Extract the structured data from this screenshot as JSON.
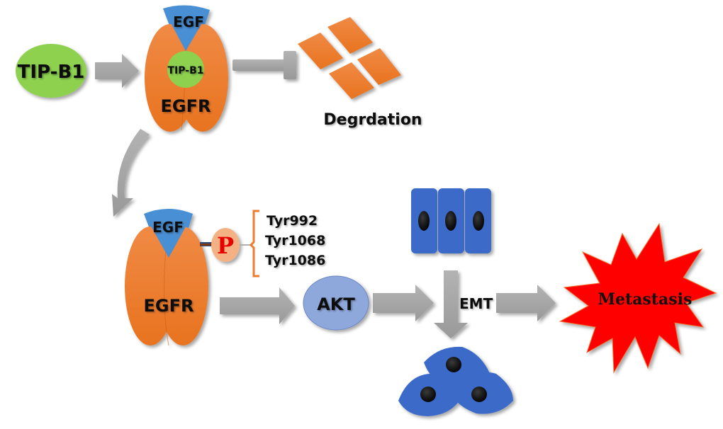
{
  "title": "TIP-B1 / EGFR signaling pathway to metastasis",
  "colors": {
    "receptor_orange": "#ED7D31",
    "ligand_blue": "#4A8FD4",
    "tipb1_green": "#8DD14F",
    "akt_lavender": "#8FA8DC",
    "cell_blue": "#3A6BC9",
    "arrow_gray": "#A6A6A6",
    "phospho_peach": "#F4B183",
    "phospho_red": "#E60000",
    "burst_red": "#FF0000"
  },
  "nodes": {
    "tipb1_free": {
      "label": "TIP-B1"
    },
    "egfr_top": {
      "ligand": "EGF",
      "bound": "TIP-B1",
      "receptor": "EGFR"
    },
    "degradation": {
      "label": "Degrdation"
    },
    "egfr_bottom": {
      "ligand": "EGF",
      "receptor": "EGFR"
    },
    "phospho": {
      "label": "P",
      "sites": [
        "Tyr992",
        "Tyr1068",
        "Tyr1086"
      ]
    },
    "akt": {
      "label": "AKT"
    },
    "emt": {
      "label": "EMT"
    },
    "metastasis": {
      "label": "Metastasis"
    }
  },
  "edges": [
    {
      "from": "tipb1_free",
      "to": "egfr_top",
      "type": "activation"
    },
    {
      "from": "egfr_top",
      "to": "degradation",
      "type": "inhibition"
    },
    {
      "from": "egfr_top",
      "to": "egfr_bottom",
      "type": "activation"
    },
    {
      "from": "egfr_bottom",
      "to": "akt",
      "type": "activation"
    },
    {
      "from": "akt",
      "to": "emt",
      "type": "activation"
    },
    {
      "from": "epithelial_cells",
      "to": "mesenchymal_cells",
      "type": "transition"
    },
    {
      "from": "emt",
      "to": "metastasis",
      "type": "activation"
    }
  ]
}
